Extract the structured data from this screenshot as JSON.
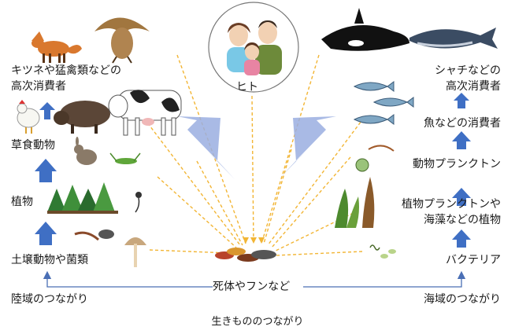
{
  "colors": {
    "chain_arrow": "#3f6fc4",
    "decomp_line": "#4a6fb5",
    "dashed_flow": "#f2b534",
    "big_arrow": "#9aaee0"
  },
  "center": {
    "human_label": "ヒト",
    "decomposition_label": "死体やフンなど"
  },
  "land": {
    "top_consumer": "キツネや猛禽類などの\n高次消費者",
    "herbivores": "草食動物",
    "plants": "植物",
    "soil": "土壌動物や菌類",
    "chain_label": "陸域のつながり"
  },
  "sea": {
    "top_consumer": "シャチなどの\n高次消費者",
    "fish": "魚などの消費者",
    "zooplankton": "動物プランクトン",
    "phyto": "植物プランクトンや\n海藻などの植物",
    "bacteria": "バクテリア",
    "chain_label": "海域のつながり"
  },
  "caption": "生きもののつながり",
  "icons": [
    "fox-icon",
    "hawk-icon",
    "chicken-icon",
    "boar-icon",
    "cow-icon",
    "rabbit-icon",
    "grasshopper-icon",
    "trees-icon",
    "mushroom-icon",
    "woodlouse-icon",
    "centipede-icon",
    "orca-icon",
    "tuna-icon",
    "fish-icon",
    "plankton-icon",
    "seaweed-icon",
    "bacteria-icon",
    "leaf-litter-icon",
    "human-family-icon"
  ]
}
